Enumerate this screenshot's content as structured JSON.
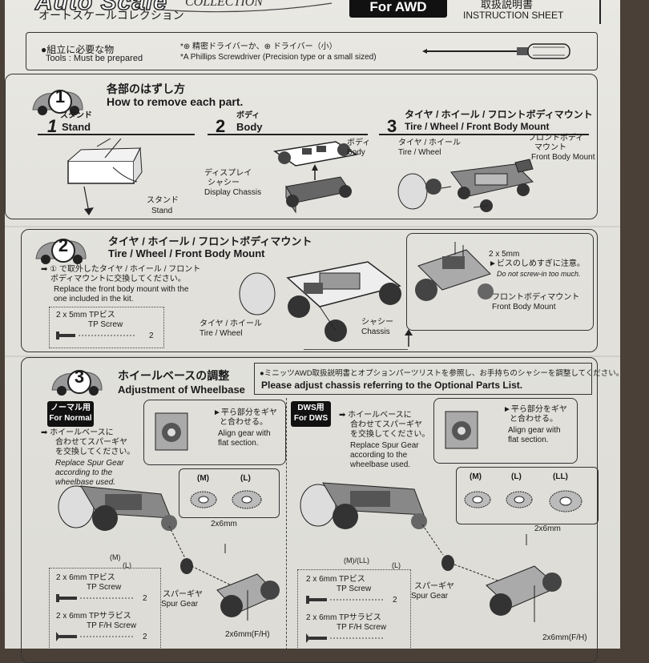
{
  "header": {
    "brand": "Auto Scale",
    "collection": "COLLECTION",
    "subtitle_jp": "オートスケールコレクション",
    "for_label": "For AWD",
    "manual_jp": "取扱説明書",
    "manual_en": "INSTRUCTION SHEET"
  },
  "tools": {
    "label_jp": "●組立に必要な物",
    "label_en": "Tools : Must be prepared",
    "desc_jp": "*⊕ 精密ドライバーか、⊕ ドライバー（小）",
    "desc_en": "*A Phillips Screwdriver (Precision type or a small sized)"
  },
  "step1": {
    "number": "1",
    "title_jp": "各部のはずし方",
    "title_en": "How to remove each part.",
    "sub1_num": "1",
    "sub1_jp": "スタンド",
    "sub1_en": "Stand",
    "sub2_num": "2",
    "sub2_jp": "ボディ",
    "sub2_en": "Body",
    "sub3_num": "3",
    "sub3_jp": "タイヤ / ホイール / フロントボディマウント",
    "sub3_en": "Tire / Wheel / Front Body Mount",
    "stand_jp": "スタンド",
    "stand_en": "Stand",
    "body_jp": "ボディ",
    "body_en": "Body",
    "display_jp1": "ディスプレイ",
    "display_jp2": "シャシー",
    "display_en": "Display Chassis",
    "tire_jp": "タイヤ / ホイール",
    "tire_en": "Tire / Wheel",
    "fbm_jp1": "フロントボディ",
    "fbm_jp2": "マウント",
    "fbm_en": "Front Body Mount"
  },
  "step2": {
    "number": "2",
    "title_jp": "タイヤ / ホイール / フロントボディマウント",
    "title_en": "Tire / Wheel / Front Body Mount",
    "note_jp1": "➡ ① で取外したタイヤ / ホイール / フロント",
    "note_jp2": "ボディマウントに交換してください。",
    "note_en1": "Replace the front body mount with the",
    "note_en2": "one included in the kit.",
    "screw_jp": "2 x 5mm TPビス",
    "screw_en": "TP Screw",
    "screw_qty": "2",
    "tire_jp": "タイヤ / ホイール",
    "tire_en": "Tire / Wheel",
    "chassis_jp": "シャシー",
    "chassis_en": "Chassis",
    "detail_size": "2 x 5mm",
    "detail_jp": "►ビスのしめすぎに注意。",
    "detail_en": "Do not screw-in too much.",
    "detail_fbm_jp": "フロントボディマウント",
    "detail_fbm_en": "Front Body Mount"
  },
  "step3": {
    "number": "3",
    "title_jp": "ホイールベースの調整",
    "title_en": "Adjustment of Wheelbase",
    "note_jp": "●ミニッツAWD取扱説明書とオプションパーツリストを参照し、お手持ちのシャシーを調整してください。",
    "note_en": "Please adjust chassis referring to the Optional Parts List.",
    "normal": {
      "tag_jp": "ノーマル用",
      "tag_en": "For Normal",
      "desc_jp1": "➡ ホイールベースに",
      "desc_jp2": "合わせてスパーギヤ",
      "desc_jp3": "を交換してください。",
      "desc_en1": "Replace Spur Gear",
      "desc_en2": "according to the",
      "desc_en3": "wheelbase used.",
      "align_jp1": "►平ら部分をギヤ",
      "align_jp2": "と合わせる。",
      "align_en1": "Align gear with",
      "align_en2": "flat section.",
      "gear_m": "(M)",
      "gear_l": "(L)",
      "size1": "2x6mm",
      "size2": "2x6mm(F/H)",
      "mark_m": "(M)",
      "mark_l": "(L)",
      "spur_jp": "スパーギヤ",
      "spur_en": "Spur Gear",
      "screw1_jp": "2 x 6mm TPビス",
      "screw1_en": "TP Screw",
      "screw1_qty": "2",
      "screw2_jp": "2 x 6mm TPサラビス",
      "screw2_en": "TP F/H Screw",
      "screw2_qty": "2"
    },
    "dws": {
      "tag_jp": "DWS用",
      "tag_en": "For DWS",
      "desc_jp1": "➡ ホイールベースに",
      "desc_jp2": "合わせてスパーギヤ",
      "desc_jp3": "を交換してください。",
      "desc_en1": "Replace Spur Gear",
      "desc_en2": "according to the",
      "desc_en3": "wheelbase used.",
      "align_jp1": "►平ら部分をギヤ",
      "align_jp2": "と合わせる。",
      "align_en1": "Align gear with",
      "align_en2": "flat section.",
      "gear_m": "(M)",
      "gear_l": "(L)",
      "gear_ll": "(LL)",
      "size1": "2x6mm",
      "size2": "2x6mm(F/H)",
      "mark": "(M)/(LL)",
      "mark_l": "(L)",
      "spur_jp": "スパーギヤ",
      "spur_en": "Spur Gear",
      "screw1_jp": "2 x 6mm TPビス",
      "screw1_en": "TP Screw",
      "screw1_qty": "2",
      "screw2_jp": "2 x 6mm TPサラビス",
      "screw2_en": "TP F/H Screw"
    }
  }
}
